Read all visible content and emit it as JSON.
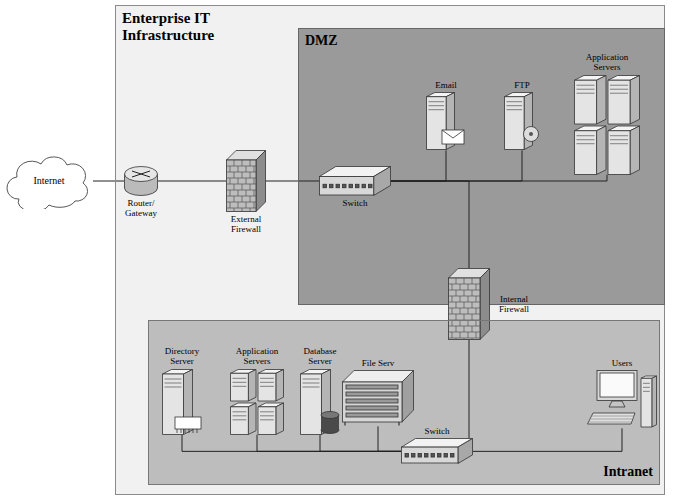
{
  "diagram": {
    "nodes": [
      {
        "text": [
          "Enterprise IT Infrastructure"
        ]
      },
      {
        "text": [
          "Internet"
        ]
      },
      {
        "text": [
          "Router/ Gateway"
        ],
        "in": 0
      },
      {
        "text": [
          "External Firewall"
        ],
        "in": 0
      },
      {
        "text": [
          "DMZ"
        ],
        "in": 0
      },
      {
        "text": [
          "Email"
        ],
        "in": 4
      },
      {
        "text": [
          "FTP"
        ],
        "in": 4
      },
      {
        "text": [
          "Application Servers"
        ],
        "in": 4
      },
      {
        "text": [
          "Switch"
        ],
        "in": 4
      },
      {
        "text": [
          "Internal Firewall"
        ],
        "in": 0
      },
      {
        "text": [
          "Intranet"
        ],
        "in": 0
      },
      {
        "text": [
          "Directory Server"
        ],
        "in": 10
      },
      {
        "text": [
          "Application Servers"
        ],
        "in": 10
      },
      {
        "text": [
          "Database Server"
        ],
        "in": 10
      },
      {
        "text": [
          "File Serv"
        ],
        "in": 10
      },
      {
        "text": [
          "Users"
        ],
        "in": 10
      },
      {
        "text": [
          "Switch"
        ],
        "in": 10
      }
    ],
    "edges": [
      {
        "from": 1,
        "to": 2,
        "arrow": "none"
      },
      {
        "from": 2,
        "to": 3,
        "arrow": "none"
      },
      {
        "from": 3,
        "to": 8,
        "arrow": "none"
      },
      {
        "from": 8,
        "to": 5,
        "arrow": "none"
      },
      {
        "from": 8,
        "to": 6,
        "arrow": "none"
      },
      {
        "from": 8,
        "to": 7,
        "arrow": "none"
      },
      {
        "from": 8,
        "to": 9,
        "arrow": "none"
      },
      {
        "from": 9,
        "to": 16,
        "arrow": "none"
      },
      {
        "from": 16,
        "to": 11,
        "arrow": "none"
      },
      {
        "from": 16,
        "to": 12,
        "arrow": "none"
      },
      {
        "from": 16,
        "to": 13,
        "arrow": "none"
      },
      {
        "from": 16,
        "to": 14,
        "arrow": "none"
      },
      {
        "from": 16,
        "to": 15,
        "arrow": "none"
      }
    ]
  }
}
